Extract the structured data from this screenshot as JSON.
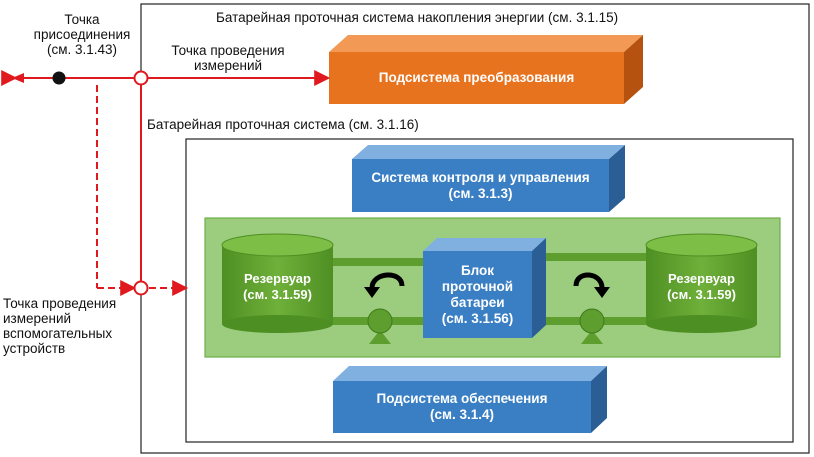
{
  "outer_frame": {
    "title": "Батарейная проточная система накопления энергии (см. 3.1.15)"
  },
  "inner_frame": {
    "title": "Батарейная проточная система  (см. 3.1.16)"
  },
  "labels": {
    "connection_point": [
      "Точка",
      "присоединения",
      "(см. 3.1.43)"
    ],
    "measurement_point": [
      "Точка проведения",
      "измерений"
    ],
    "aux_measurement_point": [
      "Точка проведения",
      "измерений",
      "вспомогательных",
      "устройств"
    ]
  },
  "blocks": {
    "conversion": {
      "line1": "Подсистема преобразования",
      "color": "#E8731E"
    },
    "control": {
      "line1": "Система контроля и управления",
      "line2": "(см. 3.1.3)",
      "color": "#3A7FC4"
    },
    "support": {
      "line1": "Подсистема обеспечения",
      "line2": "(см. 3.1.4)",
      "color": "#3A7FC4"
    },
    "cell_stack": {
      "line1": "Блок",
      "line2": "проточной",
      "line3": "батареи",
      "line4": "(см. 3.1.56)",
      "color": "#3A7FC4"
    }
  },
  "tanks": {
    "left": {
      "line1": "Резервуар",
      "line2": "(см. 3.1.59)"
    },
    "right": {
      "line1": "Резервуар",
      "line2": "(см. 3.1.59)"
    }
  },
  "colors": {
    "green_panel": "#9CCC7E",
    "green_dark": "#5E9E2E",
    "red_line": "#E0191E"
  }
}
